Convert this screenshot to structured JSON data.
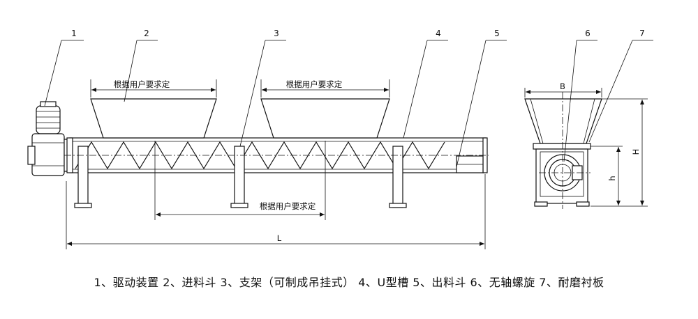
{
  "callouts": [
    "1",
    "2",
    "3",
    "4",
    "5",
    "6",
    "7"
  ],
  "dims": {
    "top_left": "根据用户要求定",
    "top_right": "根据用户要求定",
    "bottom": "根据用户要求定",
    "overall_length": "L",
    "hopper_width": "B",
    "axis_height": "h",
    "total_height": "H"
  },
  "caption": "1、驱动装置 2、进料斗 3、支架（可制成吊挂式） 4、U型槽 5、出料斗 6、无轴螺旋 7、耐磨衬板"
}
